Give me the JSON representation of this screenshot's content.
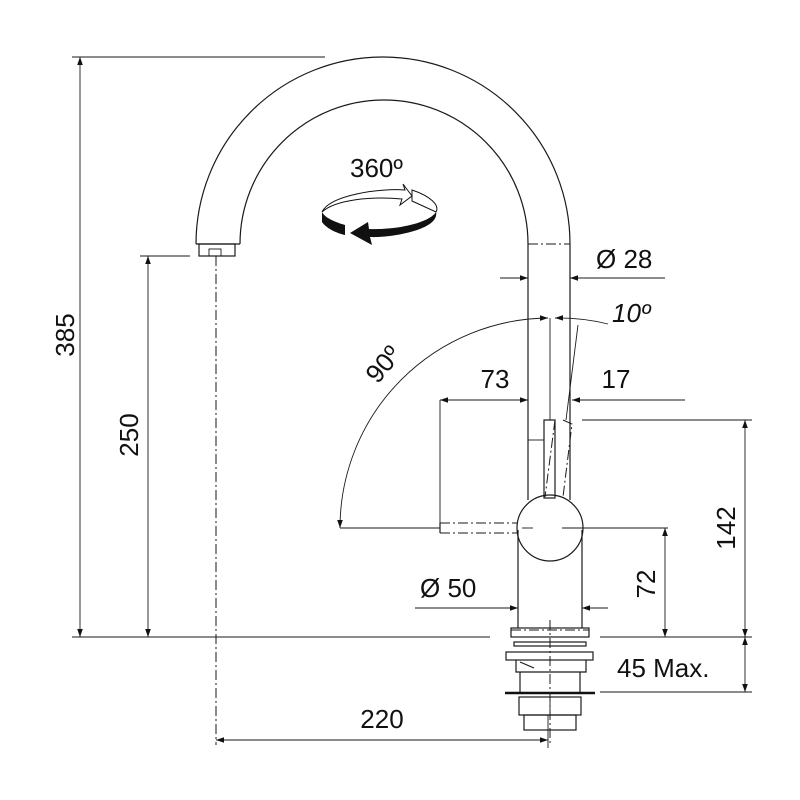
{
  "diagram": {
    "rotation_label": "360º",
    "dimensions": {
      "total_height": "385",
      "spout_height": "250",
      "spout_reach": "220",
      "pipe_diameter": "Ø 28",
      "lever_angle_small": "10º",
      "lever_angle_large": "90º",
      "lever_reach_left": "73",
      "lever_reach_right": "17",
      "lever_height": "142",
      "pivot_height": "72",
      "base_diameter": "Ø 50",
      "max_worktop": "45 Max."
    }
  }
}
